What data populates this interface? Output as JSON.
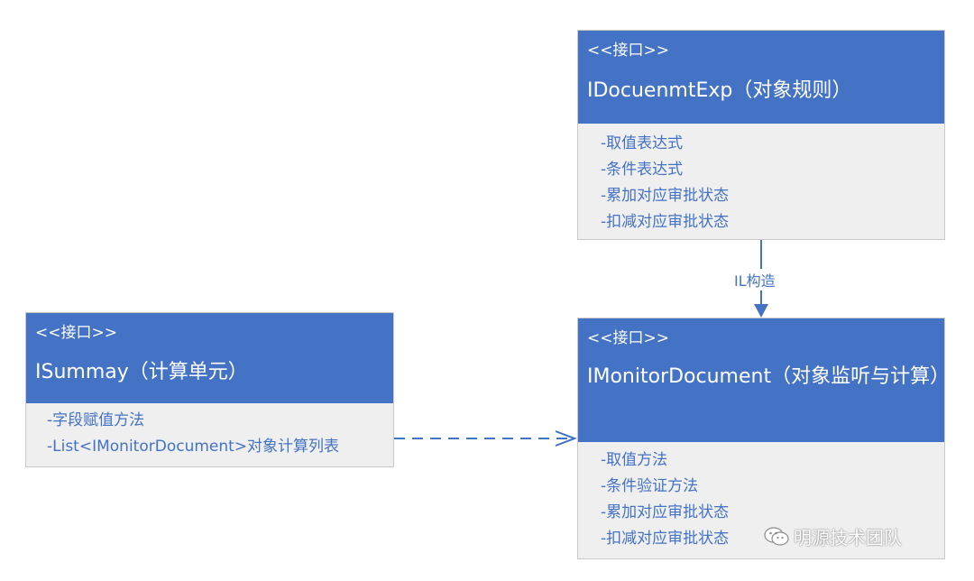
{
  "boxes": {
    "doc_exp": {
      "stereotype": "<<接口>>",
      "title": "IDocuenmtExp（对象规则）",
      "items": [
        "-取值表达式",
        "-条件表达式",
        "-累加对应审批状态",
        "-扣减对应审批状态"
      ]
    },
    "summary": {
      "stereotype": "<<接口>>",
      "title": "ISummay（计算单元）",
      "items": [
        "-字段赋值方法",
        "-List<IMonitorDocument>对象计算列表"
      ]
    },
    "monitor": {
      "stereotype": "<<接口>>",
      "title": "IMonitorDocument（对象监听与计算）",
      "items": [
        "-取值方法",
        "-条件验证方法",
        "-累加对应审批状态",
        "-扣减对应审批状态"
      ]
    }
  },
  "edges": {
    "construct_label": "IL构造"
  },
  "watermark": {
    "text": "明源技术团队",
    "icon": "wechat-icon"
  },
  "colors": {
    "header": "#4472c4",
    "body_bg": "#efefef",
    "body_text": "#4472c4",
    "arrow": "#4472c4"
  }
}
